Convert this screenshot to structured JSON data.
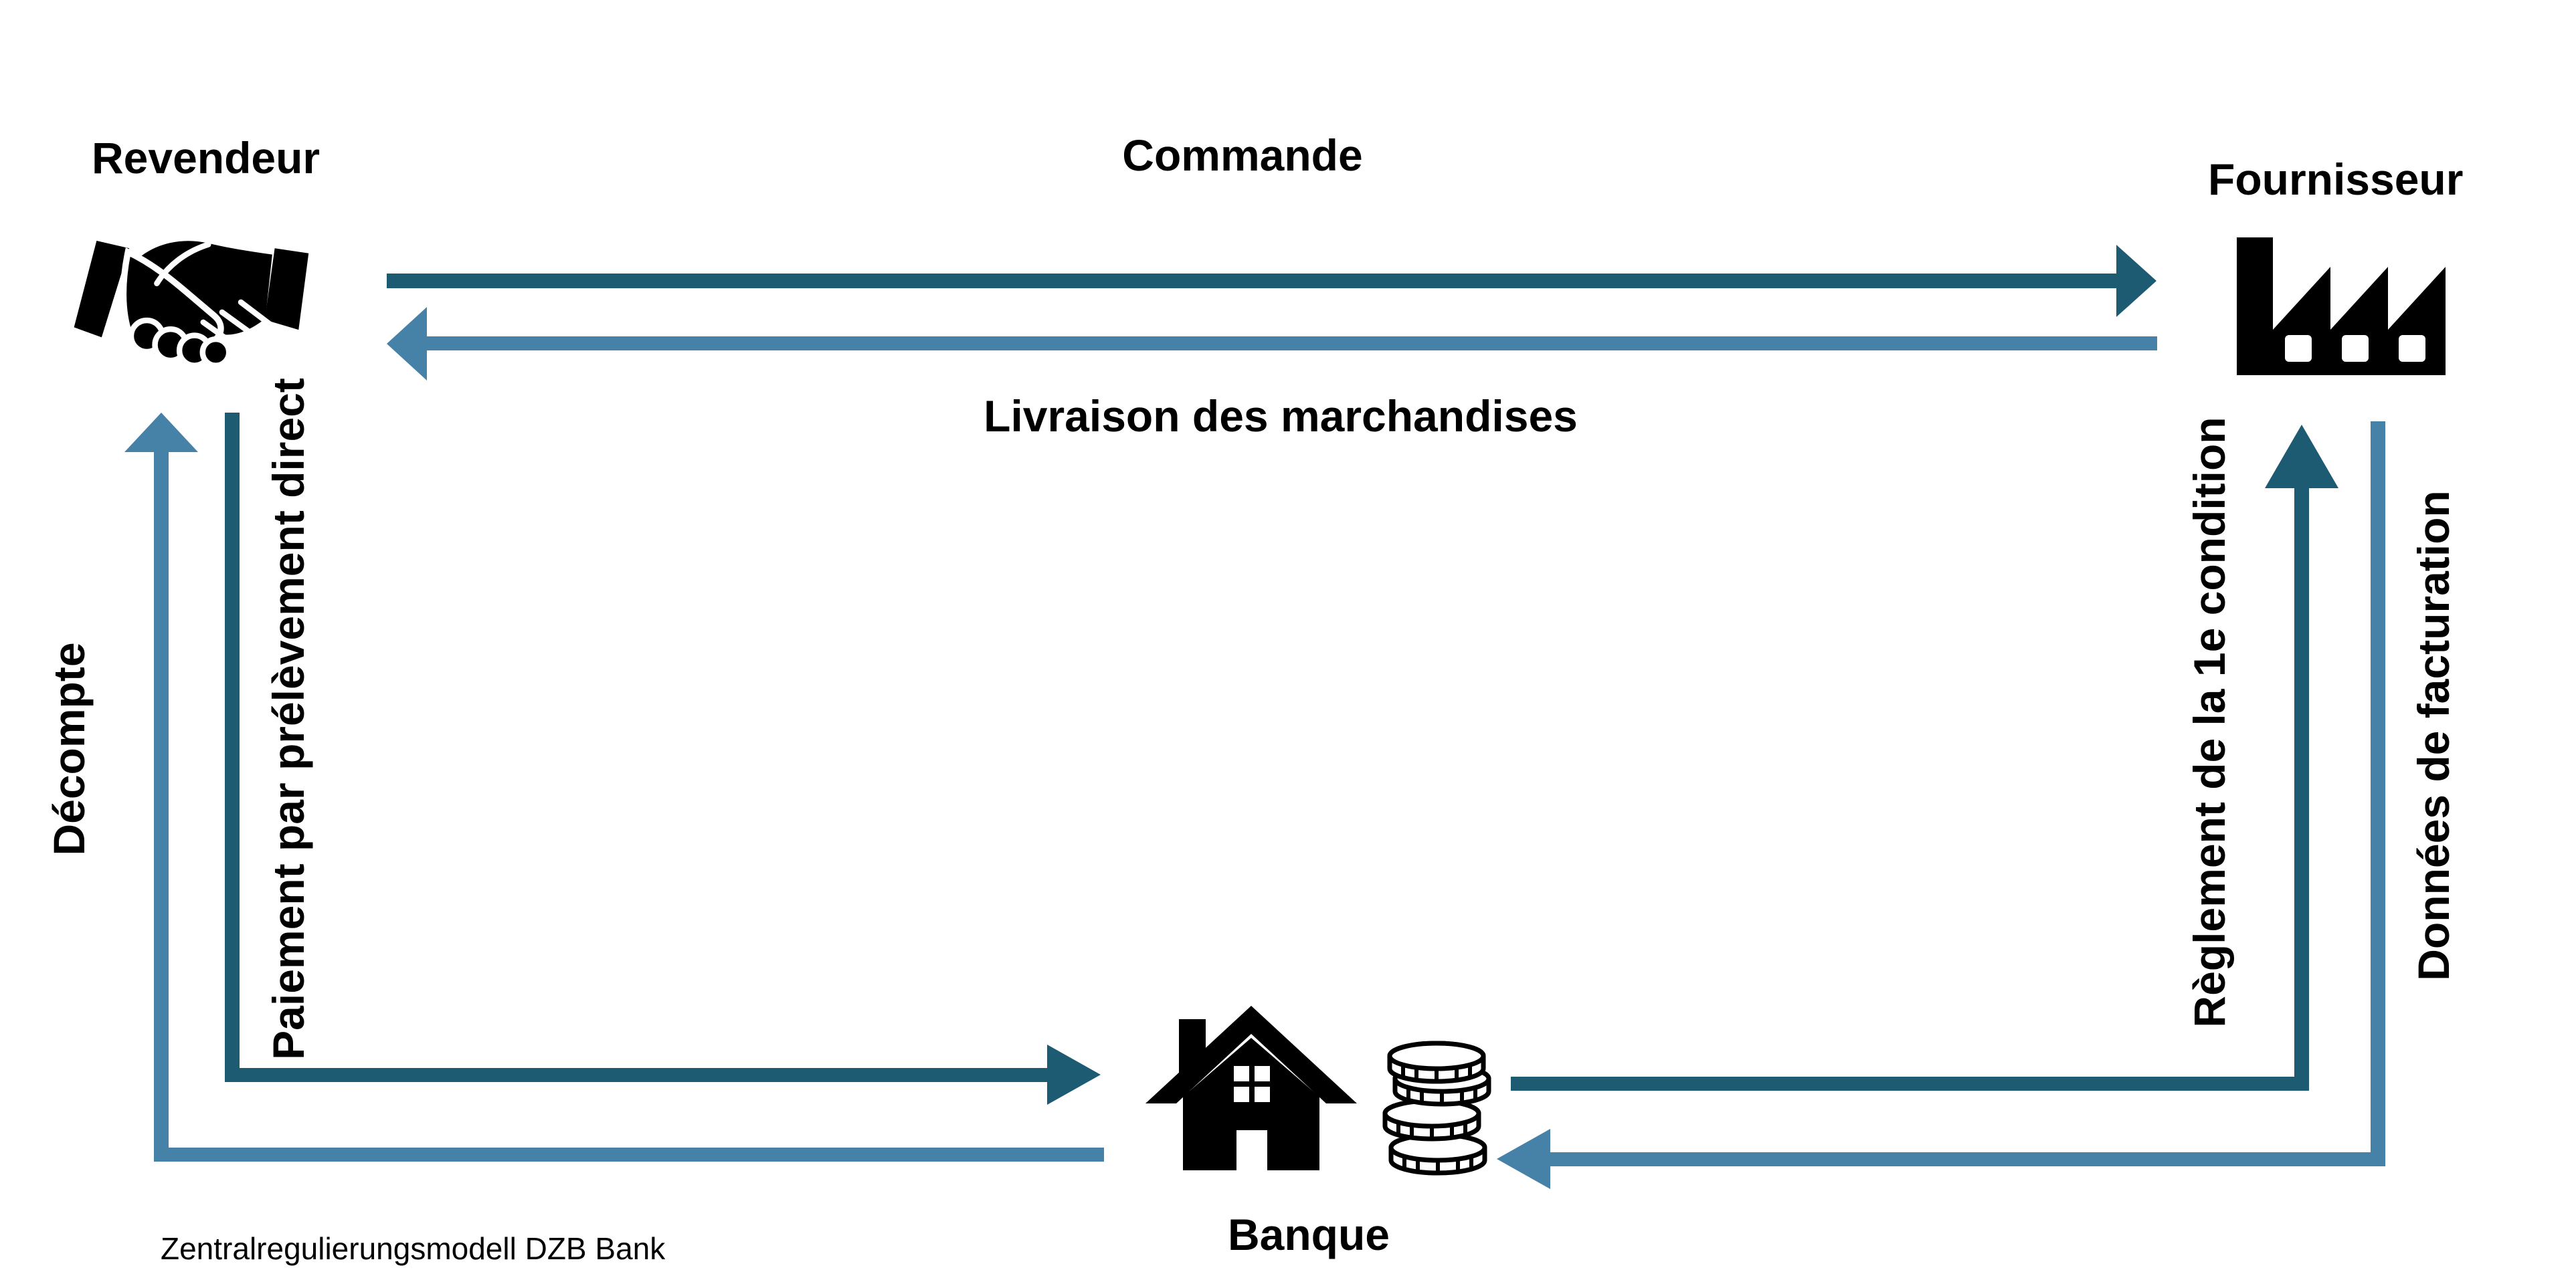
{
  "diagram": {
    "caption": "Zentralregulierungsmodell DZB Bank",
    "entities": {
      "reseller": {
        "label": "Revendeur",
        "icon": "handshake-icon"
      },
      "supplier": {
        "label": "Fournisseur",
        "icon": "factory-icon"
      },
      "bank": {
        "label": "Banque",
        "icon": "bank-house-icon & coins-icon"
      }
    },
    "flows": {
      "order": {
        "label": "Commande",
        "from": "Revendeur",
        "to": "Fournisseur",
        "color": "dark"
      },
      "delivery": {
        "label": "Livraison des marchandises",
        "from": "Fournisseur",
        "to": "Revendeur",
        "color": "light"
      },
      "statement": {
        "label": "Décompte",
        "from": "Banque",
        "to": "Revendeur",
        "color": "light"
      },
      "direct_debit": {
        "label": "Paiement par prélèvement direct",
        "from": "Revendeur",
        "to": "Banque",
        "color": "dark"
      },
      "settlement": {
        "label": "Règlement de la 1e condition",
        "from": "Banque",
        "to": "Fournisseur",
        "color": "dark"
      },
      "billing_data": {
        "label": "Données de facturation",
        "from": "Fournisseur",
        "to": "Banque",
        "color": "light"
      }
    },
    "colors": {
      "dark_arrow": "#1D5B72",
      "light_arrow": "#4681A8",
      "icon": "#000000",
      "text": "#000000",
      "background": "#FFFFFF"
    }
  }
}
